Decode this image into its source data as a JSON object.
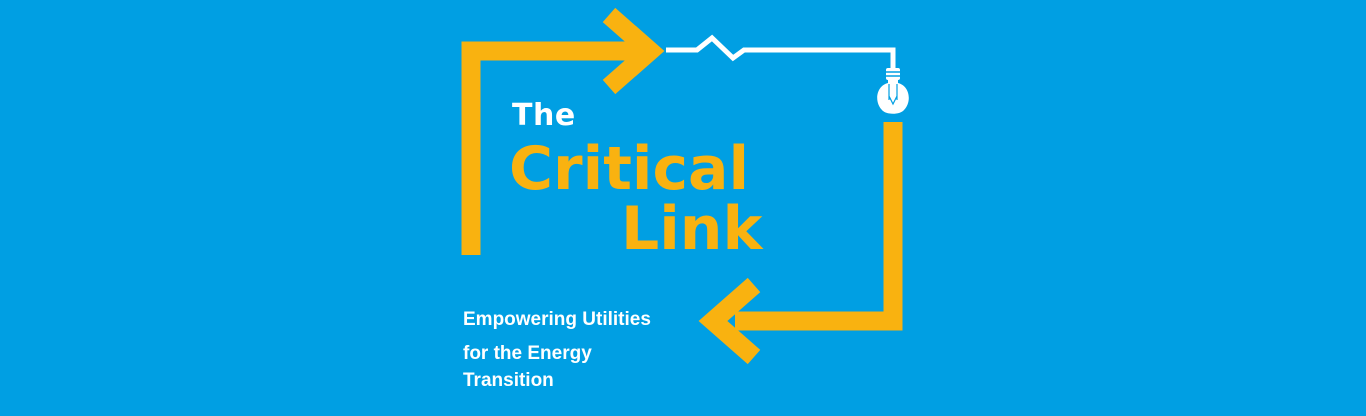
{
  "colors": {
    "background": "#009FE3",
    "accent": "#F9B210",
    "text_light": "#FFFFFF"
  },
  "title": {
    "line1": "The",
    "line2": "Critical",
    "line3": "Link"
  },
  "subtitle": {
    "line1": "Empowering Utilities",
    "line2": "for the Energy",
    "line3": "Transition"
  },
  "icons": {
    "arrow_top": "arrow-right-icon",
    "arrow_bottom": "arrow-left-icon",
    "wire": "zigzag-wire-icon",
    "bulb": "light-bulb-icon"
  }
}
